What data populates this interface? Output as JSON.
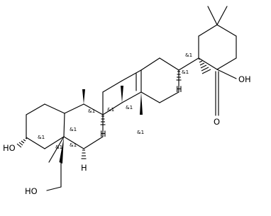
{
  "molecule": {
    "atom_labels": {
      "hydroxyl_c3": "HO",
      "hydroxymethyl": "HO",
      "hydrogen_c5": "H",
      "hydrogen_c9": "H",
      "hydrogen_c18": "H",
      "carboxyl_oxygen": "O",
      "carboxyl_hydroxyl": "OH"
    },
    "stereo_label": "&1"
  }
}
